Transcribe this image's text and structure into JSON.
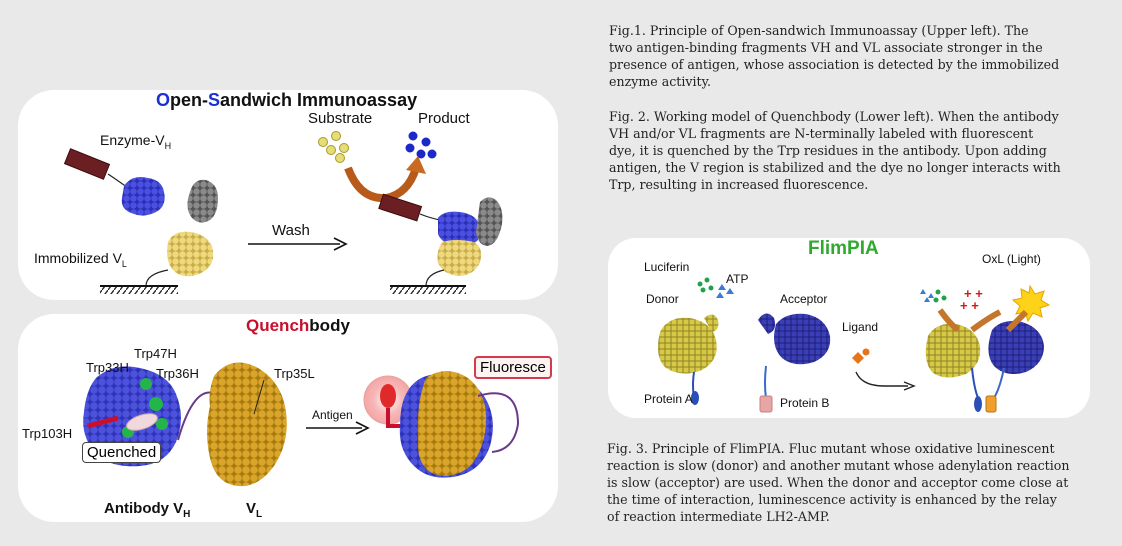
{
  "fig1_caption": {
    "lines": [
      "Fig.1. Principle of Open-sandwich Immunoassay (Upper left). The",
      "two antigen-binding fragments VH and VL associate stronger in the",
      "presence of antigen, whose association is detected by the immobilized",
      "enzyme activity."
    ]
  },
  "fig2_caption": {
    "lines": [
      "Fig. 2. Working model of Quenchbody (Lower left). When the antibody",
      "VH and/or VL fragments are N-terminally labeled with fluorescent",
      "dye, it is quenched by the Trp residues in the antibody. Upon adding",
      "antigen, the V region is stabilized and the dye no longer interacts with",
      "Trp, resulting in increased fluorescence."
    ]
  },
  "fig3_caption": {
    "lines": [
      "Fig. 3. Principle of FlimPIA. Fluc mutant whose oxidative luminescent",
      "reaction is slow (donor) and another mutant whose adenylation reaction",
      "is slow (acceptor) are used. When the donor and acceptor come close at",
      "the time of interaction, luminescence activity is enhanced by the relay",
      "of reaction intermediate LH2-AMP."
    ]
  },
  "osi_panel": {
    "title_o": "O",
    "title_pen": "pen-",
    "title_s": "S",
    "title_rest": "andwich Immunoassay",
    "enzyme_label": "Enzyme-V",
    "enzyme_sub": "H",
    "immobilized_label": "Immobilized V",
    "immobilized_sub": "L",
    "wash_label": "Wash",
    "substrate_label": "Substrate",
    "product_label": "Product"
  },
  "quench_panel": {
    "title_red": "Quench",
    "title_black": "body",
    "trp47": "Trp47H",
    "trp33": "Trp33H",
    "trp36": "Trp36H",
    "trp35": "Trp35L",
    "trp103": "Trp103H",
    "quenched_label": "Quenched",
    "antigen_label": "Antigen",
    "fluoresce_label": "Fluoresce",
    "antibody_label": "Antibody V",
    "antibody_sub": "H",
    "vl_label": "V",
    "vl_sub": "L"
  },
  "flimpia_panel": {
    "title": "FlimPIA",
    "luciferin_label": "Luciferin",
    "atp_label": "ATP",
    "donor_label": "Donor",
    "acceptor_label": "Acceptor",
    "ligand_label": "Ligand",
    "oxl_label": "OxL (Light)",
    "protein_a_label": "Protein A",
    "protein_b_label": "Protein B",
    "plus_signs": "+ +"
  },
  "colors": {
    "title_blue": "#1a2fd6",
    "quench_red": "#c8102e",
    "flimpia_green": "#2faa2f",
    "vh_blue": "#3b3fd0",
    "vl_gold": "#e6cf6e",
    "enzyme_maroon": "#6b1f22"
  }
}
